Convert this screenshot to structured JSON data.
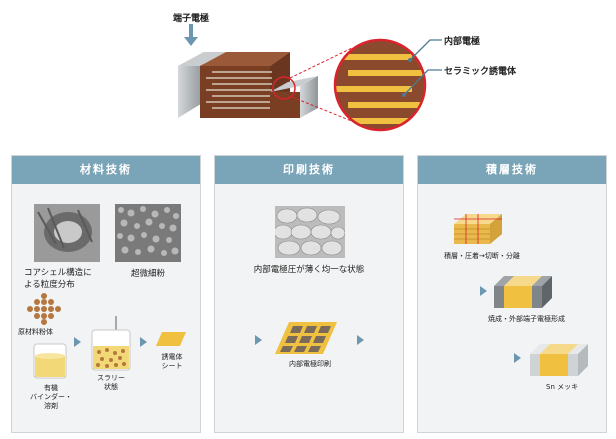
{
  "top": {
    "terminal_label": "端子電極",
    "internal_label": "内部電極",
    "ceramic_label": "セラミック誘電体"
  },
  "panels": [
    {
      "title": "材料技術",
      "core_shell": "コアシェル構造に\nよる粒度分布",
      "ultrafine": "超微細粉",
      "raw_powder": "原材料粉体",
      "binder": "有機\nバインダー・\n溶剤",
      "slurry": "スラリー\n状態",
      "sheet": "誘電体\nシート"
    },
    {
      "title": "印刷技術",
      "thin_electrode": "内部電極圧が薄く均一な状態",
      "printing": "内部電極印刷"
    },
    {
      "title": "積層技術",
      "step1": "積層・圧着→切断・分離",
      "step2": "焼成・外部端子電極形成",
      "step3": "Sn メッキ"
    }
  ],
  "colors": {
    "header": "#7aa4b8",
    "arrow": "#6d97b0",
    "electrode": "#f0c040",
    "ceramic": "#8b4a2e",
    "terminal": "#a8aeb2"
  }
}
